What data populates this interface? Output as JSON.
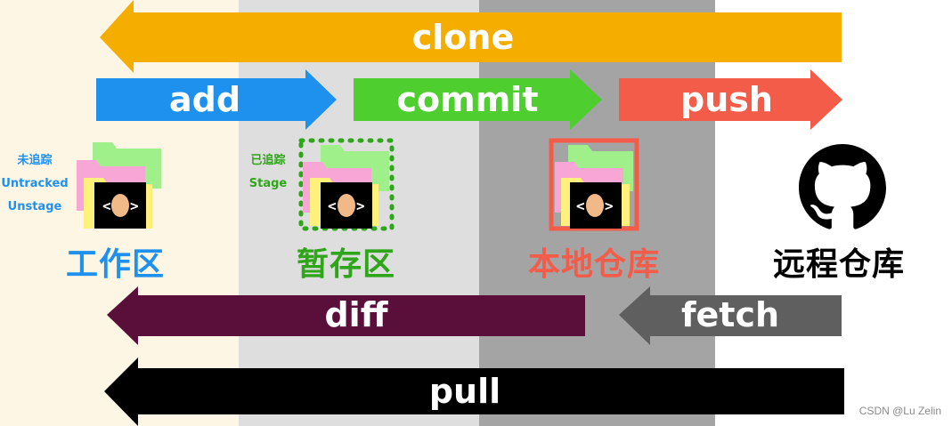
{
  "arrows": {
    "clone": {
      "label": "clone",
      "color": "#f5ad00"
    },
    "add": {
      "label": "add",
      "color": "#1e90ee"
    },
    "commit": {
      "label": "commit",
      "color": "#4fcf2f"
    },
    "push": {
      "label": "push",
      "color": "#f45c4a"
    },
    "diff": {
      "label": "diff",
      "color": "#5a0f3a"
    },
    "fetch": {
      "label": "fetch",
      "color": "#5f5f5f"
    },
    "pull": {
      "label": "pull",
      "color": "#000000"
    }
  },
  "areas": {
    "work": {
      "title": "工作区",
      "title_color": "#1e90ee",
      "sub1": "未追踪",
      "sub2": "Untracked",
      "sub3": "Unstage",
      "bg": "#fdf6e5"
    },
    "stage": {
      "title": "暂存区",
      "title_color": "#2fa51a",
      "sub1": "已追踪",
      "sub2": "Stage",
      "bg": "#dedede"
    },
    "local": {
      "title": "本地仓库",
      "title_color": "#f45c4a",
      "bg": "#a4a4a4"
    },
    "remote": {
      "title": "远程仓库",
      "title_color": "#000000",
      "bg": "#ffffff"
    }
  },
  "icons": {
    "work": "folder-code-icon",
    "stage": "folder-code-icon",
    "local": "folder-code-icon",
    "remote": "github-icon"
  },
  "watermark": "CSDN @Lu Zelin"
}
